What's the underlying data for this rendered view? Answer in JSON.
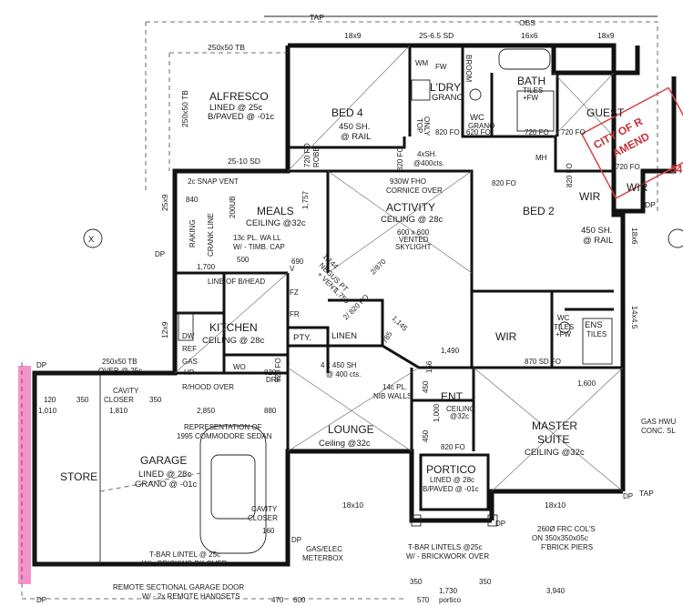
{
  "rooms": {
    "alfresco": {
      "name": "ALFRESCO",
      "l1": "LINED @ 25c",
      "l2": "B/PAVED @ -01c"
    },
    "bed4": {
      "name": "BED 4",
      "l1": "450 SH.",
      "l2": "@ RAIL"
    },
    "laundry": {
      "name": "L'DRY",
      "l1": "GRANO"
    },
    "bath": {
      "name": "BATH",
      "l1": "TILES",
      "l2": "+FW"
    },
    "guest": {
      "name": "GUEST"
    },
    "meals": {
      "name": "MEALS",
      "l1": "CEILING @32c"
    },
    "activity": {
      "name": "ACTIVITY",
      "l1": "CEILING @ 28c",
      "l2": "600 x 600",
      "l3": "VENTED",
      "l4": "SKYLIGHT"
    },
    "bed2": {
      "name": "BED 2",
      "l1": "450 SH.",
      "l2": "@ RAIL"
    },
    "kitchen": {
      "name": "KITCHEN",
      "l1": "CEILING @ 28c"
    },
    "linen": {
      "name": "LINEN"
    },
    "pantry": {
      "name": "PTY."
    },
    "wir1": {
      "name": "WIR"
    },
    "wir2": {
      "name": "WIR"
    },
    "wir3": {
      "name": "WIR"
    },
    "ens": {
      "name": "ENS",
      "l1": "TILES"
    },
    "store": {
      "name": "STORE"
    },
    "garage": {
      "name": "GARAGE",
      "l1": "LINED @ 28c",
      "l2": "GRANO @ -01c"
    },
    "lounge": {
      "name": "LOUNGE",
      "l1": "Ceiling @32c"
    },
    "entry": {
      "name": "ENT.",
      "l1": "CEILING",
      "l2": "@32c"
    },
    "portico": {
      "name": "PORTICO",
      "l1": "LINED @ 28c",
      "l2": "B/PAVED @ -01c"
    },
    "master": {
      "name": "MASTER",
      "n2": "SUITE",
      "l1": "CEILING @32c"
    }
  },
  "labels": {
    "tap_top": "TAP",
    "tap_right": "TAP",
    "obs": "OBS",
    "dp": "DP",
    "tb_250x50": "250x50 TB",
    "tb_250x50_v": "250x50 TB",
    "sd_25_10": "25-10 SD",
    "sd_25_65": "25-6.5 SD",
    "w18x9_a": "18x9",
    "w18x9_b": "18x9",
    "w16x6": "16x6",
    "w18x10_a": "18x10",
    "w18x10_b": "18x10",
    "w18x6": "18x6",
    "w14x45": "14x4.5",
    "w25x9": "25x9",
    "w12x9": "12x9",
    "wm": "WM",
    "fw": "FW",
    "top": "TOP",
    "only": "ONLY",
    "broom": "BROOM",
    "wc": "WC",
    "grano": "GRANO",
    "mh": "MH",
    "f820fo_a": "820 FO",
    "f820fo_b": "820 FO",
    "f820fo_c": "820 FO",
    "f820fo_d": "820 FO",
    "f620fo": "620 FO",
    "f720fo_a": "720 FO",
    "f720fo_b": "720 FO",
    "f720fo_c": "720 FO",
    "f820drf": "820",
    "drf": "DRF",
    "f870sdfo": "870 SD FO",
    "f820fo_e": "820 FO",
    "f820fo_f": "820 FO",
    "robe": "ROBE",
    "f720fo_robe": "720 FO",
    "sh4x_a": "4xSH.",
    "sh4x_b": "@400cts.",
    "fho_a": "930W FHO",
    "fho_b": "CORNICE OVER",
    "snapvent": "2c SNAP VENT",
    "d840": "840",
    "raking": "RAKING",
    "crank": "CRANK LINE",
    "ub200": "200UB",
    "wall13c_a": "13c PL. WA LL",
    "wall13c_b": "W/ - TIMB. CAP",
    "d500": "500",
    "d1700": "1,700",
    "d1757": "1,757",
    "d690": "690",
    "lineofbhead": "LINE OF B/HEAD",
    "d1144": "1,144",
    "negus_a": "NEGUS PT",
    "negus_b": "+ VENT",
    "d1750": "1,750",
    "d2870": "2/870",
    "d2820": "2/ 820 FO",
    "d1145": "1,145",
    "d785": "785",
    "d1490": "1,490",
    "d1600": "1,600",
    "d156": "156",
    "sh4x450_a": "4 x 450 SH",
    "sh4x450_b": "@ 400 cts.",
    "nib_a": "14c PL.",
    "nib_b": "NIB WALLS",
    "d450_a": "450",
    "d450_b": "450",
    "d1000": "1,000",
    "ens_wc": "WC",
    "ens_tiles": "TILES",
    "ens_fw": "+FW",
    "gas_hwu_a": "GAS HWU",
    "gas_hwu_b": "CONC. SL",
    "tb_over_a": "250x50 TB",
    "tb_over_b": "OVER @ 25c",
    "cavity_a": "CAVITY",
    "cavity_b": "CLOSER",
    "d120": "120",
    "d1010": "1,010",
    "d350_a": "350",
    "d350_b": "350",
    "d1810": "1,810",
    "rhood": "R/HOOD OVER",
    "d2850": "2,850",
    "d880": "880",
    "repr_a": "REPRESENTATION OF",
    "repr_b": "1995 COMMODORE SEDAN",
    "cavity2_a": "CAVITY",
    "cavity2_b": "CLOSER",
    "d160": "160",
    "tbar_g_a": "T-BAR LINTEL @ 25c",
    "tbar_g_b": "W/ - BRICKWO RK OVER",
    "remote_a": "REMOTE SECTIONAL GARAGE DOOR",
    "remote_b": "W/ - 2x REMOTE HANDSETS",
    "gasmeter_a": "GAS/ELEC",
    "gasmeter_b": "METERBOX",
    "tbar_p_a": "T-BAR LINTELS @25c",
    "tbar_p_b": "W/ - BRICKWORK OVER",
    "frc_a": "260Ø FRC COL'S",
    "frc_b": "ON 350x350x05c",
    "frc_c": "F'BRICK PIERS",
    "d470": "470",
    "d600": "600",
    "d350_c": "350",
    "d350_d": "350",
    "d1730": "1,730",
    "d570": "570",
    "portico_s": "portico",
    "d3940": "3,940",
    "gas_k": "GAS",
    "hp": "HP",
    "wo": "WO",
    "fz": "FZ",
    "fr": "FR",
    "dw": "DW",
    "ref": "REF",
    "v": "V",
    "axis_x": "X"
  },
  "stamp": {
    "l1": "CITY OF R",
    "l2": "AMEND",
    "n": "34"
  },
  "colors": {
    "ink": "#111111",
    "stamp": "#d4424a",
    "highlight": "#f06fb8",
    "paper": "#ffffff"
  }
}
